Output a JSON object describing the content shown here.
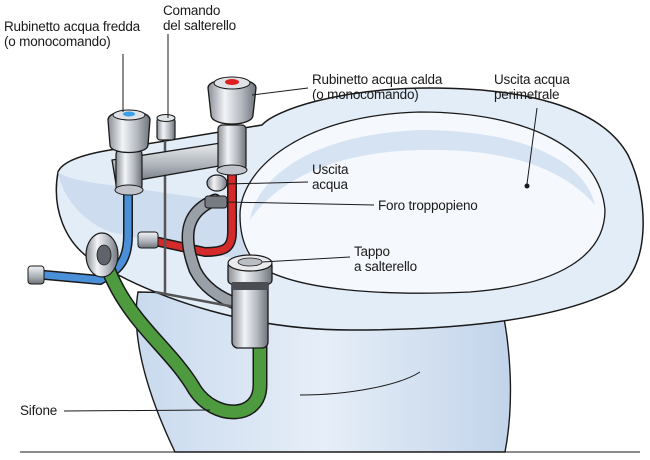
{
  "labels": {
    "cold_tap": {
      "line1": "Rubinetto acqua fredda",
      "line2": "(o monocomando)"
    },
    "pop_up_control": {
      "line1": "Comando",
      "line2": "del salterello"
    },
    "hot_tap": {
      "line1": "Rubinetto acqua calda",
      "line2": "(o monocomando)"
    },
    "rim_outlet": {
      "line1": "Uscita acqua",
      "line2": "perimetrale"
    },
    "water_outlet": {
      "line1": "Uscita",
      "line2": "acqua"
    },
    "overflow": {
      "line1": "Foro troppopieno"
    },
    "pop_up_plug": {
      "line1": "Tappo",
      "line2": "a salterello"
    },
    "trap": {
      "line1": "Sifone"
    }
  },
  "colors": {
    "ceramic": "#dfeaf6",
    "ceramic_shadow": "#b5cbe4",
    "outline": "#1a1a1a",
    "cold_pipe": "#4a90d9",
    "hot_pipe": "#d42a2a",
    "trap_pipe": "#4e9a3e",
    "chrome": "#b8bcc2",
    "hot_indicator": "#e02020",
    "cold_indicator": "#3aa0e8"
  }
}
